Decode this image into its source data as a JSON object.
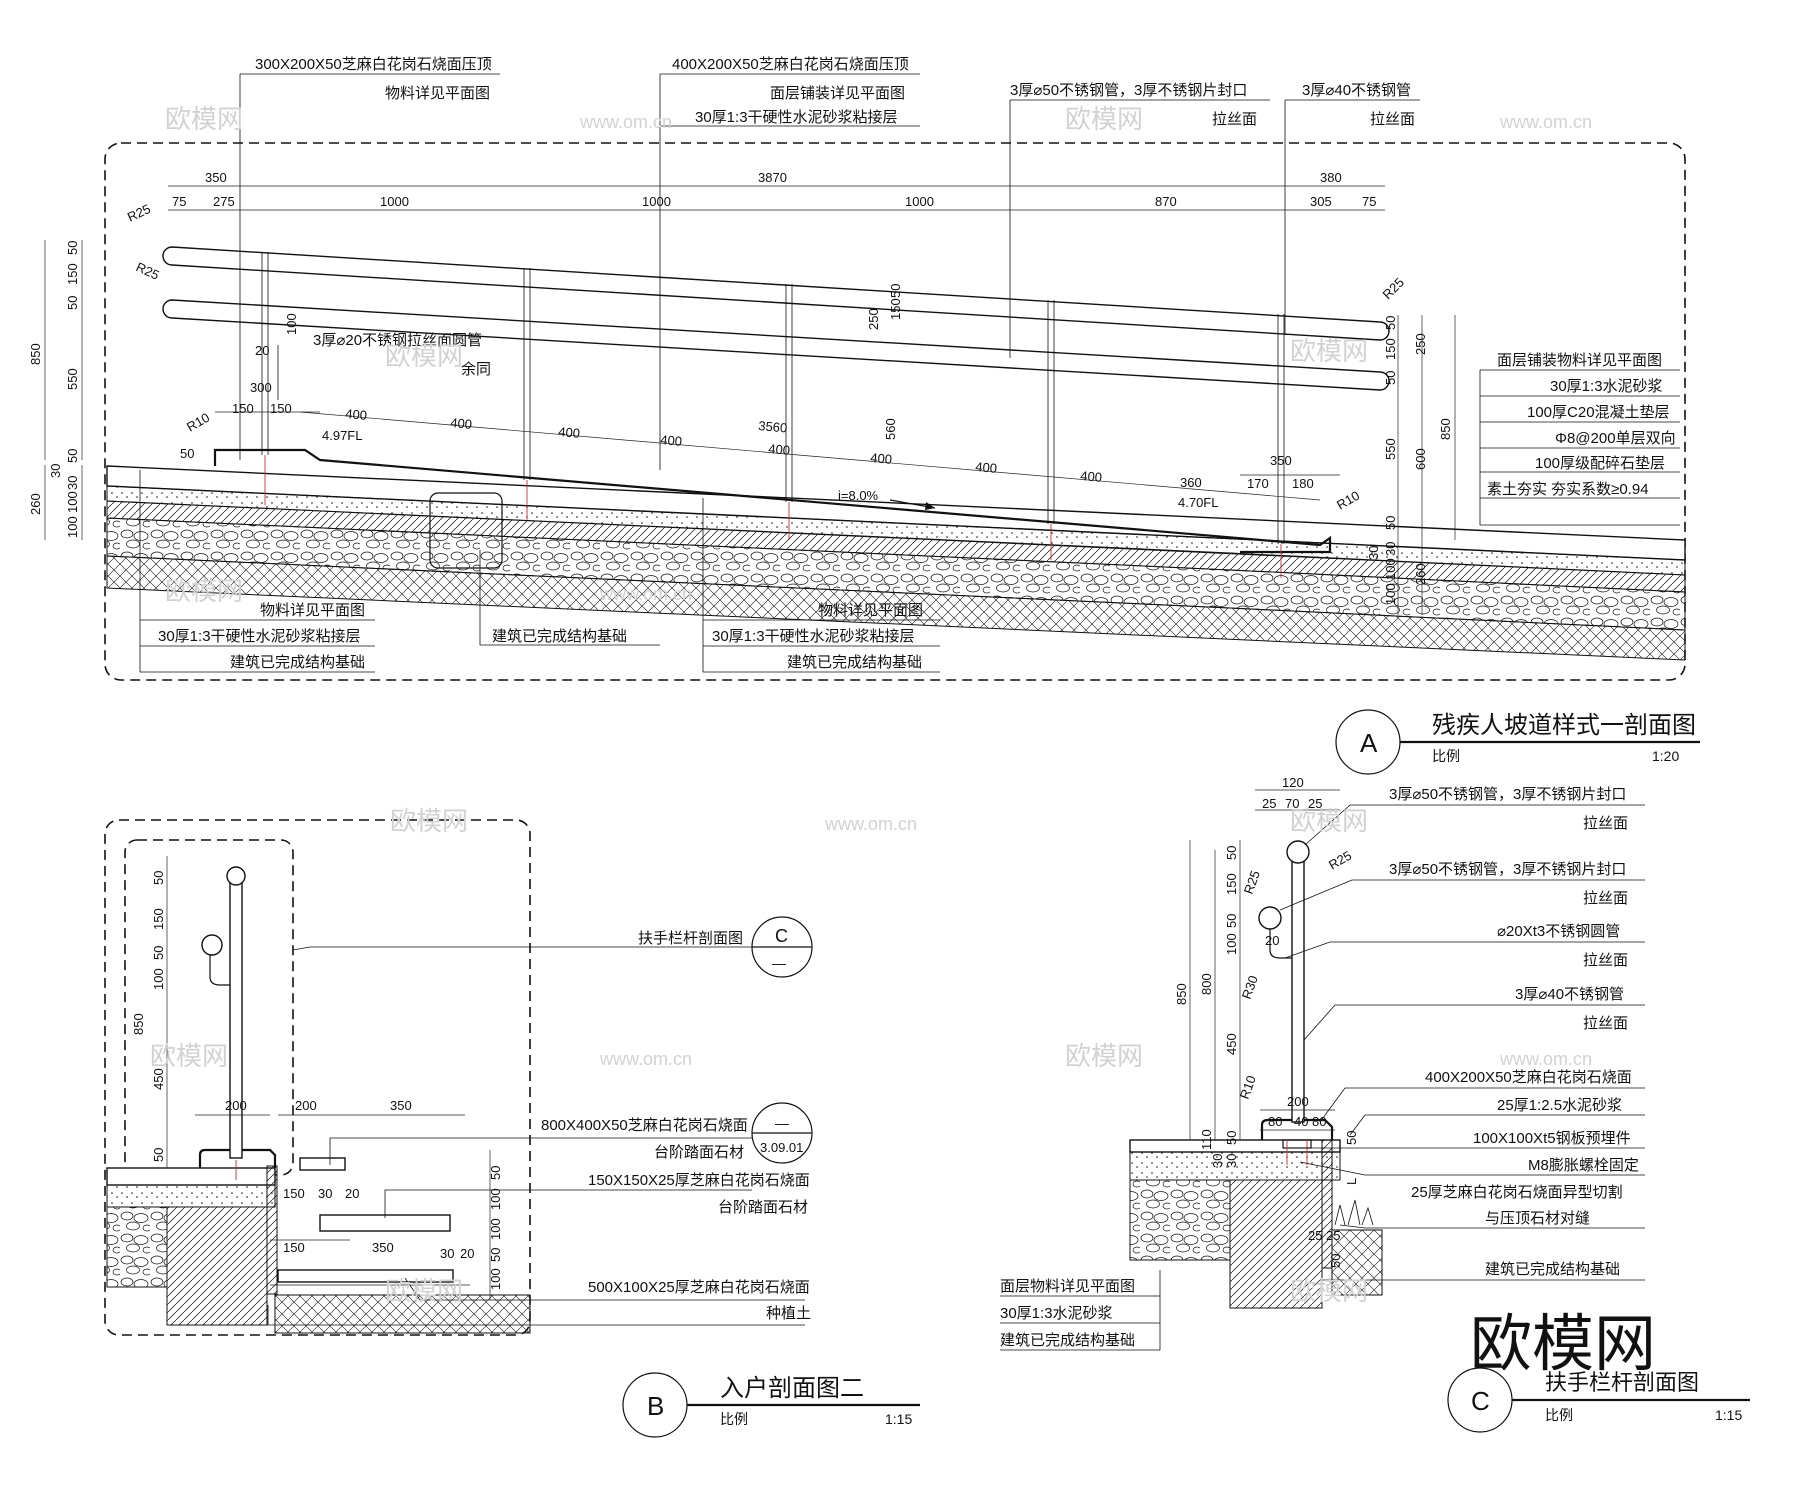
{
  "watermark": {
    "text": "欧模网",
    "url": "www.om.cn"
  },
  "section_a": {
    "callouts_top": [
      {
        "line1": "300X200X50芝麻白花岗石烧面压顶",
        "line2": "物料详见平面图"
      },
      {
        "line1": "400X200X50芝麻白花岗石烧面压顶",
        "line2": "面层铺装详见平面图",
        "line3": "30厚1:3干硬性水泥砂浆粘接层"
      },
      {
        "line1": "3厚⌀50不锈钢管，3厚不锈钢片封口",
        "line2": "拉丝面"
      },
      {
        "line1": "3厚⌀40不锈钢管",
        "line2": "拉丝面"
      }
    ],
    "top_dims": [
      "350",
      "3870",
      "380"
    ],
    "top_subdims": [
      "75",
      "275",
      "1000",
      "1000",
      "1000",
      "870",
      "305",
      "75"
    ],
    "left_dims": [
      "50",
      "150",
      "50",
      "850",
      "550",
      "50",
      "30",
      "30",
      "260",
      "100",
      "100"
    ],
    "mid_dims": [
      "250",
      "150",
      "50",
      "560"
    ],
    "right_dims": [
      "50",
      "150",
      "50",
      "250",
      "550",
      "600",
      "850",
      "50",
      "30",
      "30",
      "100",
      "100",
      "260"
    ],
    "radius_labels": [
      "R25",
      "R25",
      "R25",
      "R10",
      "R10"
    ],
    "small_dims": [
      "100",
      "20",
      "300",
      "150",
      "150",
      "50",
      "350",
      "170",
      "180",
      "360"
    ],
    "slope_dims": [
      "400",
      "400",
      "400",
      "400",
      "400",
      "400",
      "400",
      "400",
      "3560"
    ],
    "levels": [
      "4.97FL",
      "4.70FL"
    ],
    "slope": "i=8.0%",
    "pipe_note": {
      "line1": "3厚⌀20不锈钢拉丝面圆管",
      "line2": "余同"
    },
    "right_notes": [
      "面层铺装物料详见平面图",
      "30厚1:3水泥砂浆",
      "100厚C20混凝土垫层",
      "Φ8@200单层双向",
      "100厚级配碎石垫层",
      "素土夯实 夯实系数≥0.94"
    ],
    "bottom_notes_left": [
      "物料详见平面图",
      "30厚1:3干硬性水泥砂浆粘接层",
      "建筑已完成结构基础"
    ],
    "bottom_note_mid": "建筑已完成结构基础",
    "bottom_notes_right": [
      "物料详见平面图",
      "30厚1:3干硬性水泥砂浆粘接层",
      "建筑已完成结构基础"
    ],
    "title": {
      "letter": "A",
      "name": "残疾人坡道样式一剖面图",
      "scale_label": "比例",
      "scale": "1:20"
    }
  },
  "section_b": {
    "left_dims": [
      "50",
      "150",
      "50",
      "100",
      "850",
      "450",
      "50"
    ],
    "dims": [
      "200",
      "200",
      "350",
      "150",
      "30",
      "20",
      "150",
      "350",
      "30",
      "20",
      "50",
      "100",
      "100",
      "50",
      "100"
    ],
    "ref_c": {
      "label": "扶手栏杆剖面图",
      "top": "C",
      "bottom": "—"
    },
    "ref_309": {
      "top": "—",
      "bottom": "3.09.01"
    },
    "notes": [
      {
        "line1": "800X400X50芝麻白花岗石烧面",
        "line2": "台阶踏面石材"
      },
      {
        "line1": "150X150X25厚芝麻白花岗石烧面",
        "line2": "台阶踏面石材"
      },
      {
        "line1": "500X100X25厚芝麻白花岗石烧面",
        "line2": "种植土"
      }
    ],
    "title": {
      "letter": "B",
      "name": "入户剖面图二",
      "scale_label": "比例",
      "scale": "1:15"
    }
  },
  "section_c": {
    "top_dims": [
      "120",
      "25",
      "70",
      "25"
    ],
    "left_dims": [
      "50",
      "150",
      "50",
      "100",
      "850",
      "800",
      "450",
      "110",
      "50",
      "30",
      "30"
    ],
    "radius_labels": [
      "R25",
      "R25",
      "R30",
      "R10"
    ],
    "small_dims": [
      "20",
      "200",
      "80",
      "40",
      "80",
      "50",
      "L",
      "25",
      "25",
      "50"
    ],
    "notes": [
      {
        "line1": "3厚⌀50不锈钢管，3厚不锈钢片封口",
        "line2": "拉丝面"
      },
      {
        "line1": "3厚⌀50不锈钢管，3厚不锈钢片封口",
        "line2": "拉丝面"
      },
      {
        "line1": "⌀20Xt3不锈钢圆管",
        "line2": "拉丝面"
      },
      {
        "line1": "3厚⌀40不锈钢管",
        "line2": "拉丝面"
      },
      {
        "line1": "400X200X50芝麻白花岗石烧面"
      },
      {
        "line1": "25厚1:2.5水泥砂浆"
      },
      {
        "line1": "100X100Xt5钢板预埋件"
      },
      {
        "line1": "M8膨胀螺栓固定"
      },
      {
        "line1": "25厚芝麻白花岗石烧面异型切割",
        "line2": "与压顶石材对缝"
      },
      {
        "line1": "建筑已完成结构基础"
      }
    ],
    "bottom_notes": [
      "面层物料详见平面图",
      "30厚1:3水泥砂浆",
      "建筑已完成结构基础"
    ],
    "title": {
      "letter": "C",
      "name": "扶手栏杆剖面图",
      "scale_label": "比例",
      "scale": "1:15"
    }
  },
  "colors": {
    "line": "#111111",
    "rebar": "#c83232",
    "watermark": "#d2d2d2"
  }
}
